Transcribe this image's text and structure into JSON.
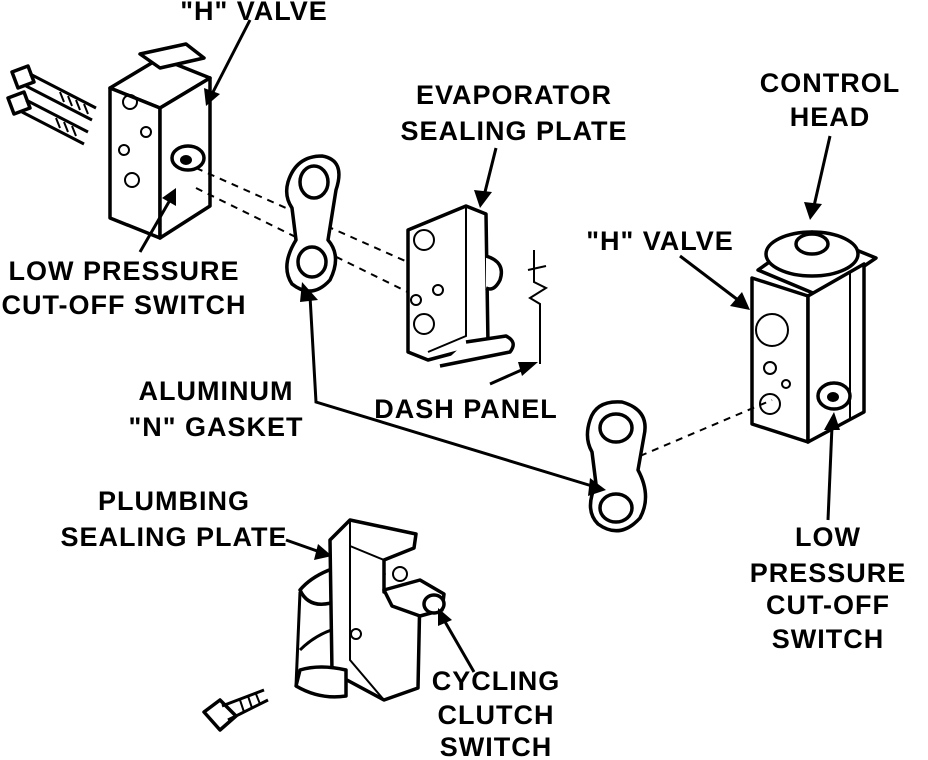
{
  "labels": {
    "h_valve_top": "\"H\" VALVE",
    "evap_line1": "EVAPORATOR",
    "evap_line2": "SEALING PLATE",
    "control_line1": "CONTROL",
    "control_line2": "HEAD",
    "h_valve_right": "\"H\" VALVE",
    "lp_left_line1": "LOW PRESSURE",
    "lp_left_line2": "CUT-OFF SWITCH",
    "alu_line1": "ALUMINUM",
    "alu_line2": "\"N\" GASKET",
    "dash_panel": "DASH PANEL",
    "plumbing_line1": "PLUMBING",
    "plumbing_line2": "SEALING PLATE",
    "lp_right_line1": "LOW",
    "lp_right_line2": "PRESSURE",
    "lp_right_line3": "CUT-OFF",
    "lp_right_line4": "SWITCH",
    "cycling_line1": "CYCLING",
    "cycling_line2": "CLUTCH",
    "cycling_line3": "SWITCH"
  }
}
